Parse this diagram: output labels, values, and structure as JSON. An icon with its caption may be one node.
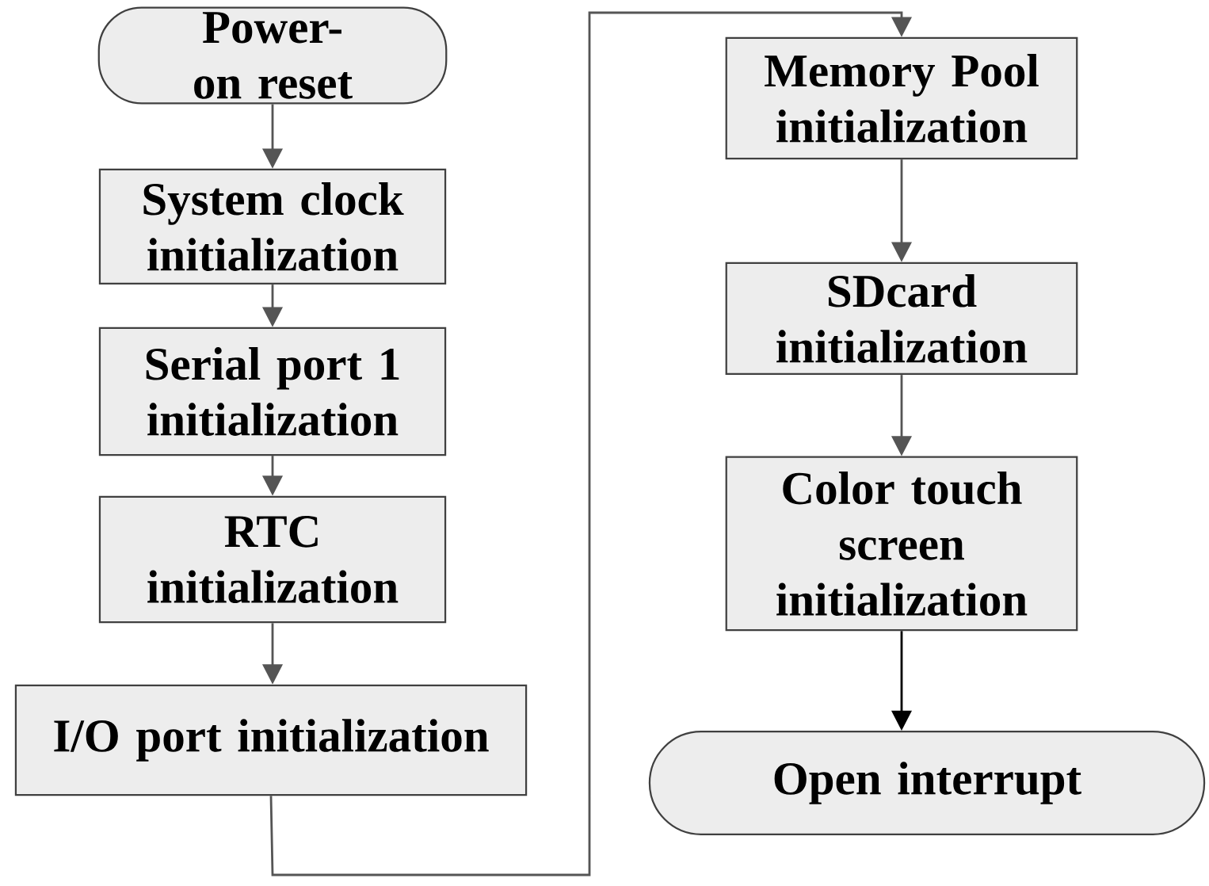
{
  "diagram": {
    "nodes": [
      {
        "text": [
          "Power-on reset"
        ]
      },
      {
        "text": [
          "System clock initialization"
        ]
      },
      {
        "text": [
          "Serial port 1 initialization"
        ]
      },
      {
        "text": [
          "RTC initialization"
        ]
      },
      {
        "text": [
          "I/O port initialization"
        ]
      },
      {
        "text": [
          "Memory Pool initialization"
        ]
      },
      {
        "text": [
          "SDcard initialization"
        ]
      },
      {
        "text": [
          "Color touch screen initialization"
        ]
      },
      {
        "text": [
          "Open interrupt"
        ]
      }
    ],
    "edges": [
      {
        "from": 0,
        "to": 1,
        "arrow": "to"
      },
      {
        "from": 1,
        "to": 2,
        "arrow": "to"
      },
      {
        "from": 2,
        "to": 3,
        "arrow": "to"
      },
      {
        "from": 3,
        "to": 4,
        "arrow": "to"
      },
      {
        "from": 4,
        "to": 5,
        "arrow": "to"
      },
      {
        "from": 5,
        "to": 6,
        "arrow": "to"
      },
      {
        "from": 6,
        "to": 7,
        "arrow": "to"
      },
      {
        "from": 7,
        "to": 8,
        "arrow": "to",
        "color": "#000000"
      }
    ]
  }
}
